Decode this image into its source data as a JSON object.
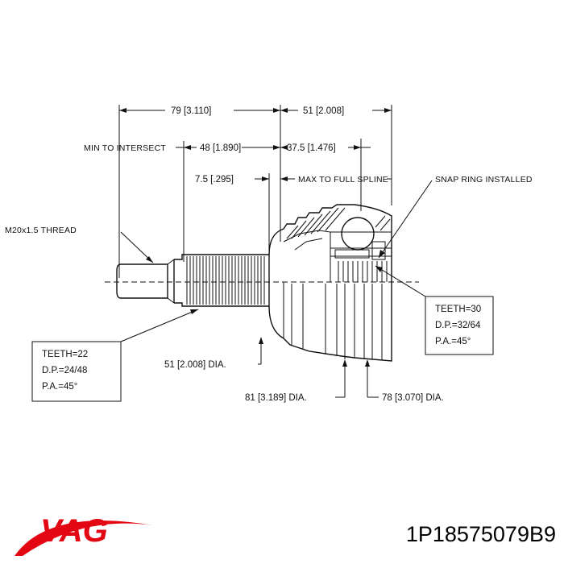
{
  "dimensions": {
    "overall_length": "79 [3.110]",
    "housing_length": "51 [2.008]",
    "min_to_intersect_label": "MIN TO INTERSECT",
    "min_to_intersect_value": "48 [1.890]",
    "intersect_value": "37.5 [1.476]",
    "spline_offset": "7.5 [.295]",
    "max_to_full_spline": "MAX TO FULL SPLINE",
    "snap_ring": "SNAP RING INSTALLED",
    "thread": "M20x1.5 THREAD",
    "dia_51": "51 [2.008] DIA.",
    "dia_81": "81 [3.189] DIA.",
    "dia_78": "78 [3.070] DIA."
  },
  "outer_spline": {
    "teeth": "TEETH=22",
    "dp": "D.P.=24/48",
    "pa": "P.A.=45°"
  },
  "inner_spline": {
    "teeth": "TEETH=30",
    "dp": "D.P.=32/64",
    "pa": "P.A.=45°"
  },
  "brand": {
    "logo": "VAG",
    "color": "#e30613"
  },
  "part_number": "1P18575079B9"
}
